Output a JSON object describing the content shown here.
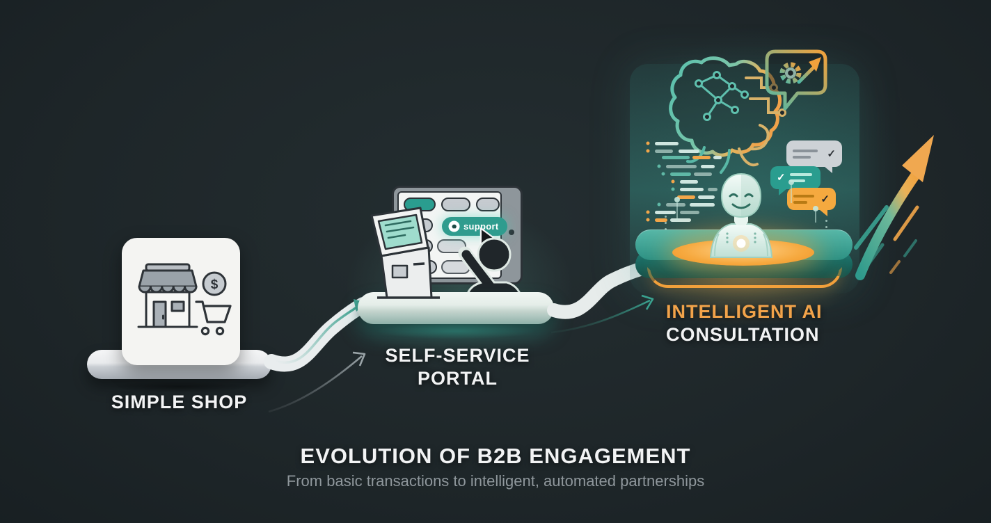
{
  "stages": [
    {
      "name": "simple-shop",
      "label": "SIMPLE SHOP",
      "coin_symbol": "$"
    },
    {
      "name": "self-service-portal",
      "label_line1": "SELF-SERVICE",
      "label_line2": "PORTAL",
      "support_button_label": "support"
    },
    {
      "name": "intelligent-ai-consultation",
      "label_line1": "INTELLIGENT AI",
      "label_line2": "CONSULTATION",
      "chat_bubbles": [
        {
          "style": "gray",
          "check": "✓"
        },
        {
          "style": "teal",
          "check": "✓"
        },
        {
          "style": "orange",
          "check": "✓"
        }
      ]
    }
  ],
  "footer": {
    "title": "EVOLUTION OF B2B ENGAGEMENT",
    "subtitle": "From basic transactions to intelligent, automated partnerships"
  },
  "colors": {
    "background": "#1e2629",
    "teal": "#2a9d8f",
    "teal_light": "#9fdccd",
    "orange": "#f2a13c",
    "card_white": "#f4f4f2",
    "pill_gray": "#c6cbd0",
    "text_white": "#f2f3f4",
    "text_gray": "#8f979c",
    "silhouette": "#20262a"
  },
  "icons": {
    "storefront-icon": "shop with awning",
    "dollar-coin-icon": "$",
    "shopping-cart-icon": "🛒",
    "kiosk-icon": "self-service kiosk",
    "support-icon": "headset circle",
    "cursor-icon": "mouse pointer",
    "customer-silhouette-icon": "person pointing",
    "brain-circuit-icon": "AI brain with circuit nodes",
    "gear-bubble-icon": "⚙ + growth arrow in speech bubble",
    "chat-check-icon": "✓",
    "ai-avatar-icon": "hologram assistant",
    "growth-arrow-icon": "↗"
  }
}
